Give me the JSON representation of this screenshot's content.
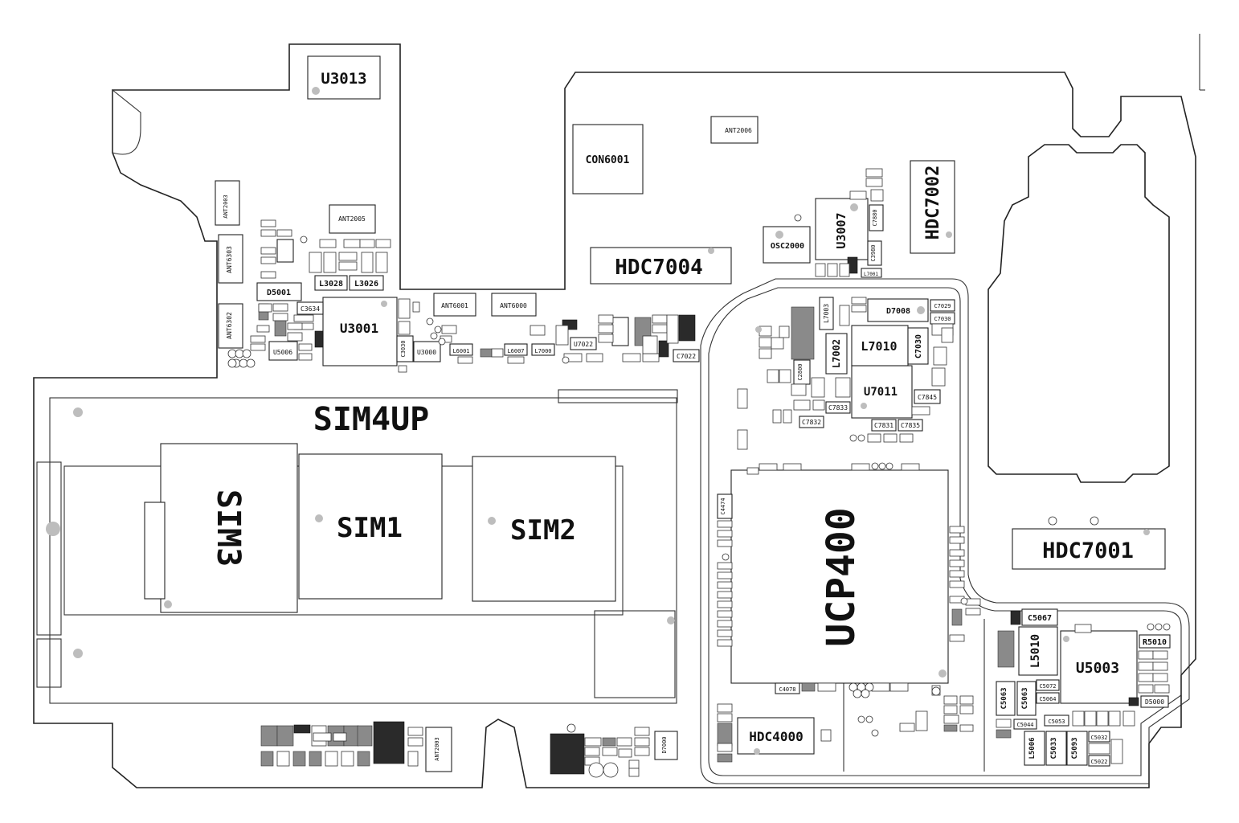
{
  "labels": {
    "u3013": "U3013",
    "ant2003": "ANT2003",
    "ant2005": "ANT2005",
    "ant6303": "ANT6303",
    "ant6302": "ANT6302",
    "d5001": "D5001",
    "c3634": "C3634",
    "u5006": "U5006",
    "l3028": "L3028",
    "l3026": "L3026",
    "u3001": "U3001",
    "u3000": "U3000",
    "ant6001": "ANT6001",
    "ant6000": "ANT6000",
    "con6001": "CON6001",
    "ant2006": "ANT2006",
    "hdc7004": "HDC7004",
    "osc2000": "OSC2000",
    "u3007": "U3007",
    "hdc7002": "HDC7002",
    "c7022": "C7022",
    "u7022": "U7022",
    "l7000": "L7000",
    "l6001": "L6001",
    "l6007": "L6007",
    "d7008": "D7008",
    "c7029": "C7029",
    "c7030": "C7030",
    "l7003": "L7003",
    "l7002": "L7002",
    "l7010": "L7010",
    "c7030b": "C7030",
    "u7011": "U7011",
    "c7845": "C7845",
    "c7833": "C7833",
    "c7832": "C7832",
    "c7831": "C7831",
    "c7835": "C7835",
    "l7001": "L7001",
    "sim4up": "SIM4UP",
    "sim3": "SIM3",
    "sim1": "SIM1",
    "sim2": "SIM2",
    "ucp400": "UCP400",
    "c4474": "C4474",
    "c4078": "C4078",
    "hdc4000": "HDC4000",
    "hdc7001": "HDC7001",
    "c5067": "C5067",
    "l5010": "L5010",
    "u5003": "U5003",
    "r5010": "R5010",
    "d5000": "D5000",
    "c5063": "C5063",
    "c5063b": "C5063",
    "c5072": "C5072",
    "c5064": "C5064",
    "c5044": "C5044",
    "c5053": "C5053",
    "l5006": "L5006",
    "c5033": "C5033",
    "c5093": "C5093",
    "c5032": "C5032",
    "c5022": "C5022",
    "ant2003b": "ANT2003",
    "d7000": "D7000",
    "c3980": "C3980",
    "c7880": "C7880",
    "c2800": "C2800",
    "c3030": "C3030"
  }
}
